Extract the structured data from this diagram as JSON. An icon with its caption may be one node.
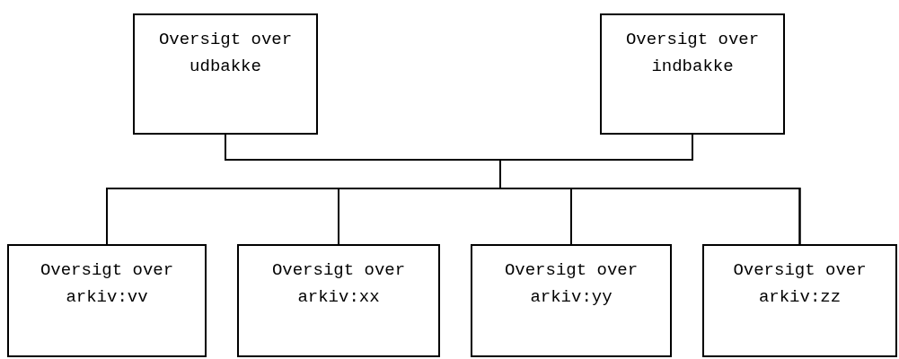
{
  "diagram": {
    "nodes": [
      {
        "text": [
          "Oversigt over udbakke"
        ]
      },
      {
        "text": [
          "Oversigt over indbakke"
        ]
      },
      {
        "text": [
          "Oversigt over arkiv:vv"
        ]
      },
      {
        "text": [
          "Oversigt over arkiv:xx"
        ]
      },
      {
        "text": [
          "Oversigt over arkiv:yy"
        ]
      },
      {
        "text": [
          "Oversigt over arkiv:zz"
        ]
      }
    ],
    "edges": [
      {
        "from": 0,
        "to": 2,
        "arrow": "none"
      },
      {
        "from": 0,
        "to": 3,
        "arrow": "none"
      },
      {
        "from": 0,
        "to": 4,
        "arrow": "none"
      },
      {
        "from": 0,
        "to": 5,
        "arrow": "none"
      },
      {
        "from": 1,
        "to": 2,
        "arrow": "none"
      },
      {
        "from": 1,
        "to": 3,
        "arrow": "none"
      },
      {
        "from": 1,
        "to": 4,
        "arrow": "none"
      },
      {
        "from": 1,
        "to": 5,
        "arrow": "none"
      }
    ]
  }
}
